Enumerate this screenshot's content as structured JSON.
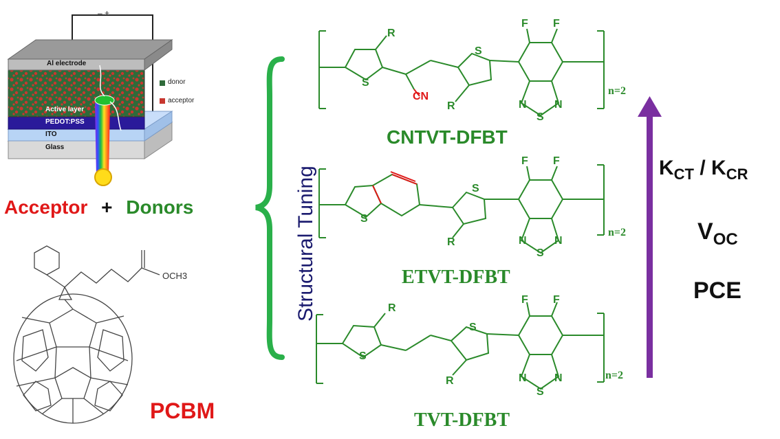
{
  "device": {
    "layers": {
      "electrode": "Al electrode",
      "active": "Active layer",
      "pedot": "PEDOT:PSS",
      "ito": "ITO",
      "glass": "Glass"
    },
    "legend": {
      "donor": "donor",
      "acceptor": "acceptor"
    },
    "battery": "– +"
  },
  "left": {
    "acceptor": "Acceptor",
    "plus": "+",
    "donors": "Donors",
    "och3": "OCH3",
    "pcbm": "PCBM"
  },
  "middle": {
    "tuning": "Structural Tuning",
    "molecules": [
      {
        "name": "CNTVT-DFBT"
      },
      {
        "name": "ETVT-DFBT"
      },
      {
        "name": "TVT-DFBT"
      }
    ],
    "atoms": {
      "R": "R",
      "S": "S",
      "N": "N",
      "F": "F",
      "CN": "CN",
      "n": "n=2"
    }
  },
  "right": {
    "kct": "K",
    "kct_sub": "CT",
    "slash": " / ",
    "kcr": "K",
    "kcr_sub": "CR",
    "voc": "V",
    "voc_sub": "OC",
    "pce": "PCE"
  },
  "colors": {
    "green": "#2a8a2a",
    "red": "#e01818",
    "purple": "#7a2fa0",
    "navy": "#1a1a6e",
    "bracket": "#2ab04a"
  }
}
